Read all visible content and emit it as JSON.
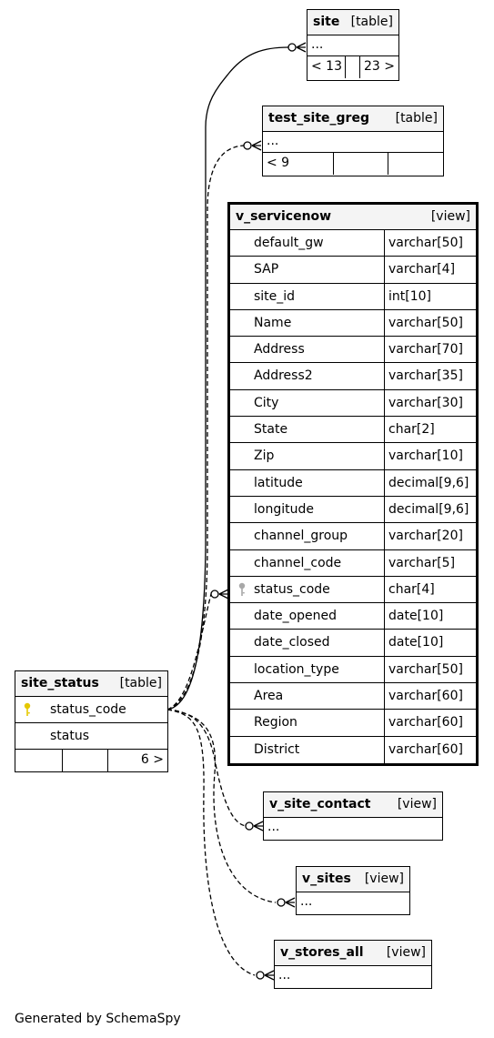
{
  "tables": {
    "site": {
      "name": "site",
      "kind": "[table]",
      "row": "...",
      "nav_prev": "< 13",
      "nav_next": "23 >"
    },
    "test_site_greg": {
      "name": "test_site_greg",
      "kind": "[table]",
      "row": "...",
      "nav_prev": "< 9"
    },
    "v_servicenow": {
      "name": "v_servicenow",
      "kind": "[view]",
      "columns": [
        {
          "name": "default_gw",
          "type": "varchar[50]"
        },
        {
          "name": "SAP",
          "type": "varchar[4]"
        },
        {
          "name": "site_id",
          "type": "int[10]"
        },
        {
          "name": "Name",
          "type": "varchar[50]"
        },
        {
          "name": "Address",
          "type": "varchar[70]"
        },
        {
          "name": "Address2",
          "type": "varchar[35]"
        },
        {
          "name": "City",
          "type": "varchar[30]"
        },
        {
          "name": "State",
          "type": "char[2]"
        },
        {
          "name": "Zip",
          "type": "varchar[10]"
        },
        {
          "name": "latitude",
          "type": "decimal[9,6]"
        },
        {
          "name": "longitude",
          "type": "decimal[9,6]"
        },
        {
          "name": "channel_group",
          "type": "varchar[20]"
        },
        {
          "name": "channel_code",
          "type": "varchar[5]"
        },
        {
          "name": "status_code",
          "type": "char[4]"
        },
        {
          "name": "date_opened",
          "type": "date[10]"
        },
        {
          "name": "date_closed",
          "type": "date[10]"
        },
        {
          "name": "location_type",
          "type": "varchar[50]"
        },
        {
          "name": "Area",
          "type": "varchar[60]"
        },
        {
          "name": "Region",
          "type": "varchar[60]"
        },
        {
          "name": "District",
          "type": "varchar[60]"
        }
      ]
    },
    "site_status": {
      "name": "site_status",
      "kind": "[table]",
      "columns": [
        {
          "name": "status_code"
        },
        {
          "name": "status"
        }
      ],
      "nav_next": "6 >"
    },
    "v_site_contact": {
      "name": "v_site_contact",
      "kind": "[view]",
      "row": "..."
    },
    "v_sites": {
      "name": "v_sites",
      "kind": "[view]",
      "row": "..."
    },
    "v_stores_all": {
      "name": "v_stores_all",
      "kind": "[view]",
      "row": "..."
    }
  },
  "colors": {
    "pk_key": "#e5c800",
    "fk_key": "#a8a8a8",
    "header_bg": "#f4f4f4"
  },
  "footer": "Generated by SchemaSpy"
}
